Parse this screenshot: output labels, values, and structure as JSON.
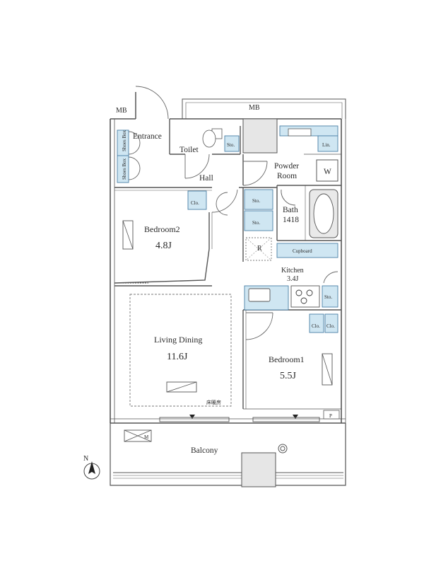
{
  "labels": {
    "mb_left": "MB",
    "mb_top": "MB",
    "entrance": "Entrance",
    "shoes_box_1": "Shoes Box",
    "shoes_box_2": "Shoes Box",
    "toilet": "Toilet",
    "sto_toilet": "Sto.",
    "hall": "Hall",
    "powder_room_1": "Powder",
    "powder_room_2": "Room",
    "lin": "Lin.",
    "washer": "W",
    "sto_hall_1": "Sto.",
    "sto_hall_2": "Sto.",
    "bath": "Bath",
    "bath_size": "1418",
    "refrigerator": "R",
    "cupboard": "Cupboard",
    "kitchen": "Kitchen",
    "kitchen_area": "3.4J",
    "sto_kitchen": "Sto.",
    "bedroom2": "Bedroom2",
    "bedroom2_area": "4.8J",
    "clo_bedroom2": "Clo.",
    "living_dining": "Living Dining",
    "living_dining_area": "11.6J",
    "floor_heating": "床暖房",
    "bedroom1": "Bedroom1",
    "bedroom1_area": "5.5J",
    "clo_bedroom1_a": "Clo.",
    "clo_bedroom1_b": "Clo.",
    "p_label": "P",
    "balcony": "Balcony",
    "m_label": "M",
    "north": "N"
  },
  "colors": {
    "wall": "#555555",
    "line": "#6a6a6a",
    "fixture_fill": "#cfe6f2",
    "fixture_stroke": "#4a7fa6",
    "shaft": "#e6e6e6"
  }
}
